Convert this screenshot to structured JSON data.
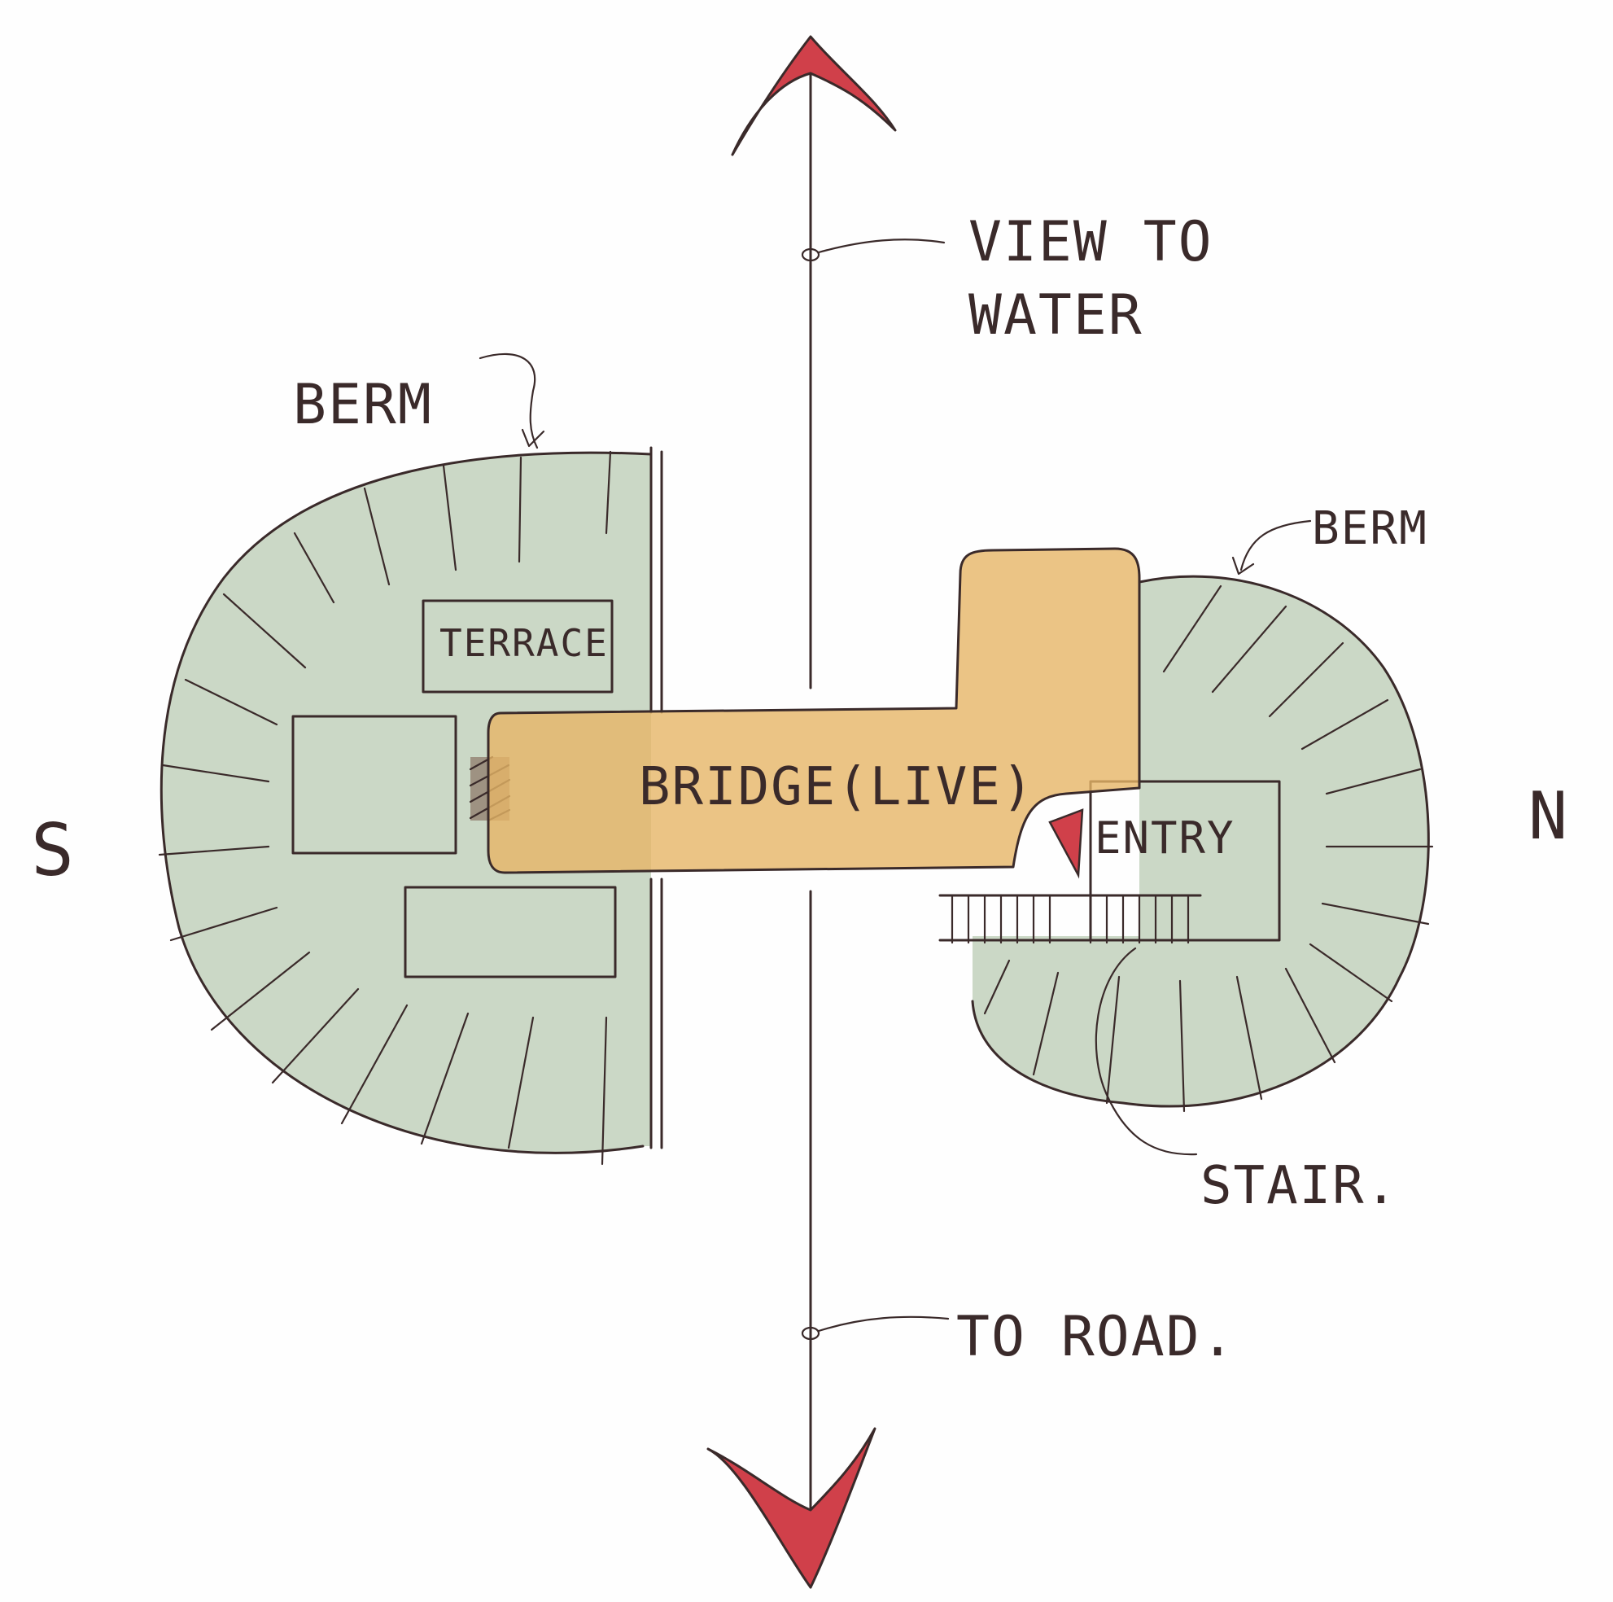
{
  "labels": {
    "view_to_water_line1": "VIEW TO",
    "view_to_water_line2": "WATER",
    "berm_left": "BERM",
    "berm_right": "BERM",
    "terrace": "TERRACE",
    "bridge": "BRIDGE(LIVE)",
    "entry": "ENTRY",
    "stair": "STAIR.",
    "to_road": "TO ROAD.",
    "south": "S",
    "north": "N"
  },
  "colors": {
    "ink": "#3a2a2a",
    "berm": "#b9cbb3",
    "bridge": "#e6b566",
    "arrow": "#d0404a"
  }
}
